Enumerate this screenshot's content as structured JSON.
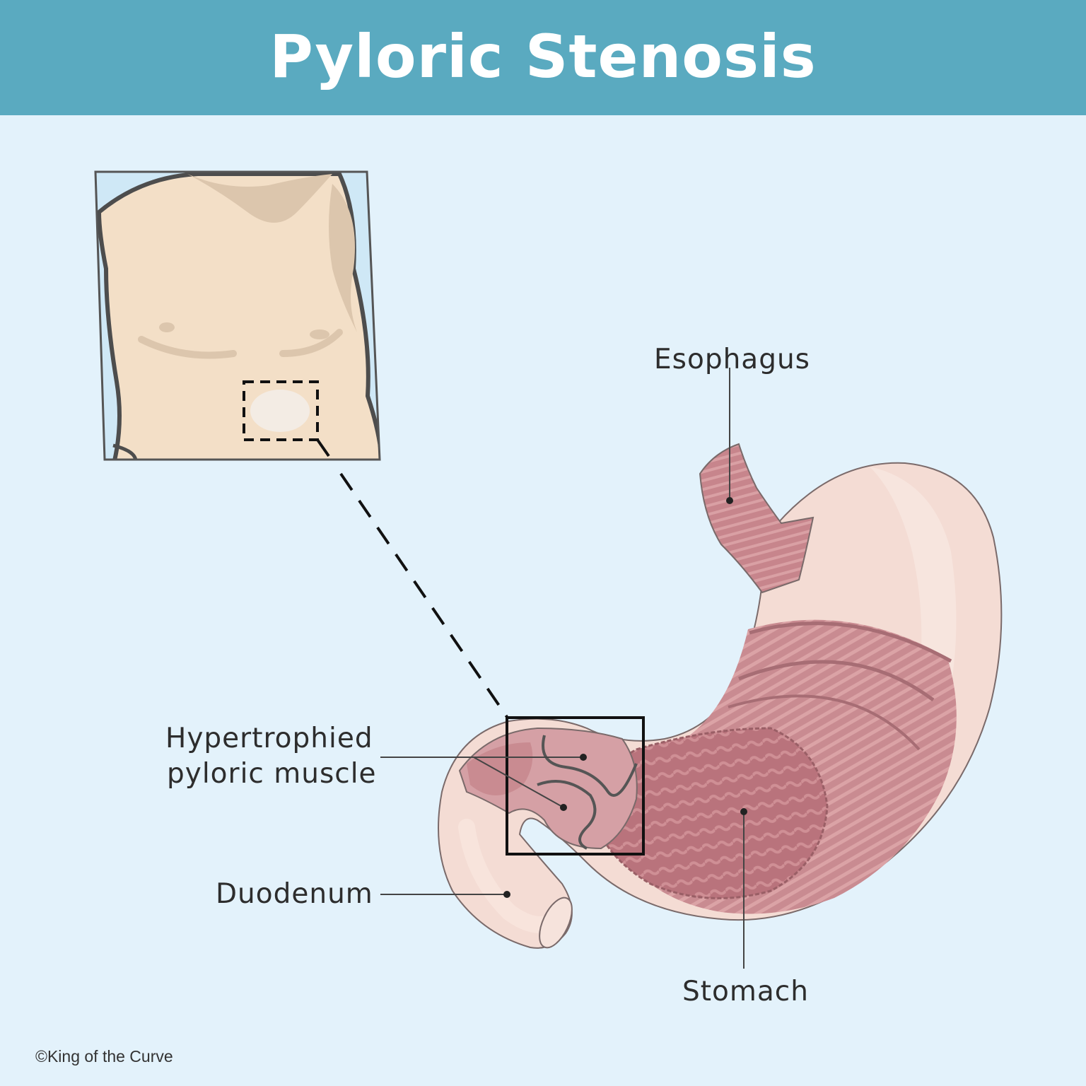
{
  "header": {
    "title": "Pyloric Stenosis"
  },
  "labels": {
    "esophagus": "Esophagus",
    "hypertrophied_line1": "Hypertrophied",
    "hypertrophied_line2": "pyloric muscle",
    "duodenum": "Duodenum",
    "stomach": "Stomach"
  },
  "footer": {
    "copyright": "©King of the Curve"
  },
  "colors": {
    "header": "#5aaac0",
    "background": "#e3f2fb",
    "skin": "#f3dfc7",
    "skin_shadow": "#dcc6ad",
    "muscle": "#c98b91",
    "stomach_outer": "#f4dcd4",
    "outline": "#555555"
  }
}
